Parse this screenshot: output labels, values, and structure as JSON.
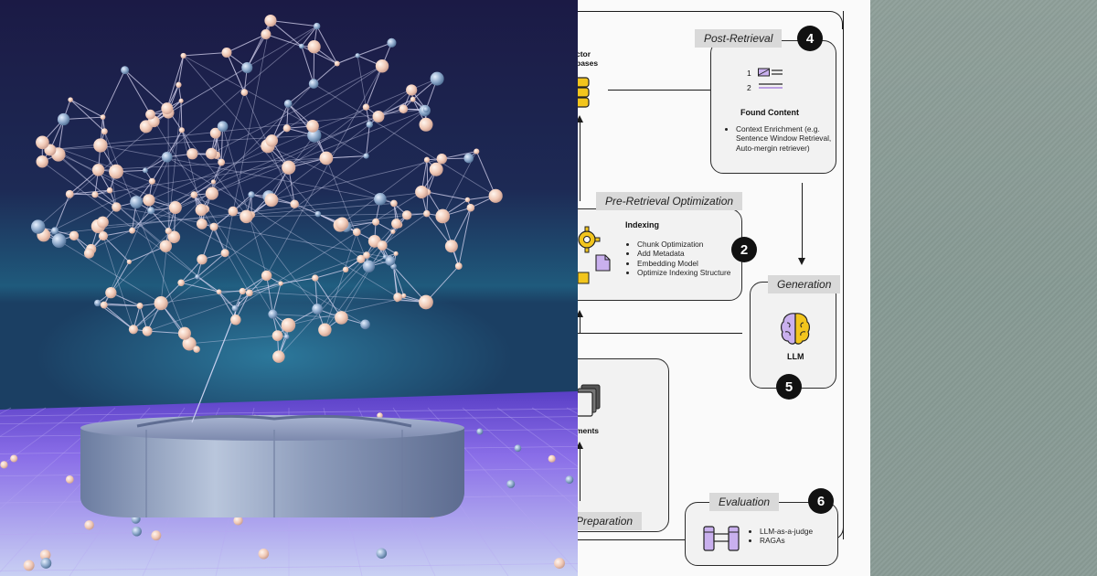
{
  "diagram": {
    "vector_fragment_line1": "ctor",
    "vector_fragment_line2": "bases",
    "post_retrieval": {
      "tag": "Post-Retrieval",
      "number": "4",
      "rank_1": "1",
      "rank_2": "2",
      "title": "Found Content",
      "bullets": [
        "Context Enrichment (e.g. Sentence Window Retrieval, Auto-mergin retriever)"
      ]
    },
    "pre_retrieval": {
      "tag": "Pre-Retrieval Optimization",
      "number": "2",
      "title": "Indexing",
      "bullets": [
        "Chunk Optimization",
        "Add Metadata",
        "Embedding Model",
        "Optimize Indexing Structure"
      ]
    },
    "generation": {
      "tag": "Generation",
      "number": "5",
      "title": "LLM"
    },
    "documents": {
      "fragment": "ments",
      "tag_fragment": "Preparation"
    },
    "evaluation": {
      "tag": "Evaluation",
      "number": "6",
      "bullets": [
        "LLM-as-a-judge",
        "RAGAs"
      ]
    }
  },
  "colors": {
    "accent_purple": "#9b6fd8",
    "accent_yellow": "#f2c51d",
    "background_night": "#1c1d44",
    "floor_violet": "#7b5ce0"
  },
  "icons": [
    "database-icon",
    "gear-icon",
    "document-icon",
    "list-icon",
    "brain-icon",
    "stack-icon",
    "binoculars-icon"
  ]
}
